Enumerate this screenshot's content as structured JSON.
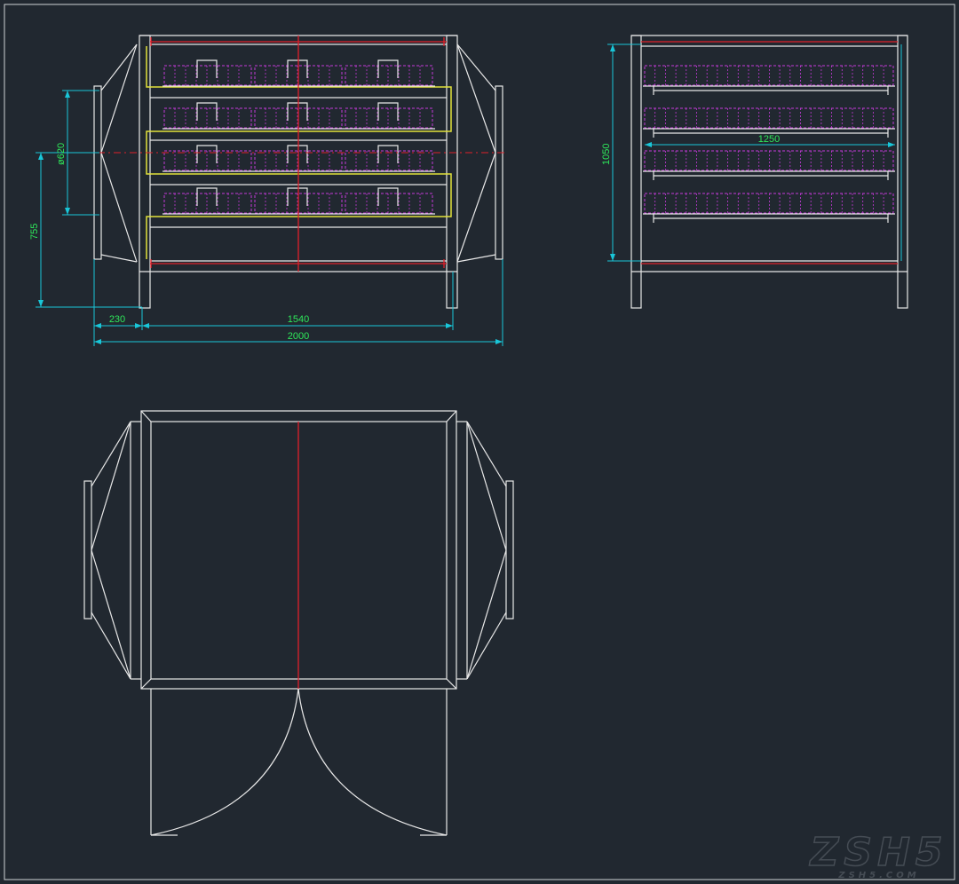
{
  "drawing": {
    "background": "#212830",
    "colors": {
      "outline": "#e8e8e8",
      "centerline": "#e0202a",
      "dimension_line": "#19c6d8",
      "dimension_text": "#2ee85a",
      "baffle": "#e2e23a",
      "filter_hatch": "#c43ad8"
    },
    "dimensions": {
      "inlet_diameter": "ø620",
      "center_height": "755",
      "inlet_length": "230",
      "body_length": "1540",
      "total_length": "2000",
      "side_height": "1050",
      "side_width": "1250"
    },
    "watermark": {
      "text": "ZSH5",
      "subtext": "ZSH5.COM"
    }
  }
}
